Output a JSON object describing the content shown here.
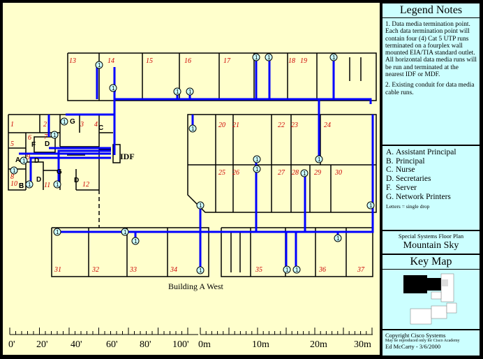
{
  "plan": {
    "building_label": "Building A West",
    "idf_label": "IDF",
    "room_numbers": [
      "1",
      "2",
      "3",
      "4",
      "5",
      "6",
      "7",
      "8",
      "9",
      "10",
      "11",
      "12",
      "13",
      "14",
      "15",
      "16",
      "17",
      "18",
      "19",
      "20",
      "21",
      "22",
      "23",
      "24",
      "25",
      "26",
      "27",
      "28",
      "29",
      "30",
      "31",
      "32",
      "33",
      "34",
      "35",
      "36",
      "37"
    ],
    "room_letters": [
      "A",
      "B",
      "C",
      "D",
      "D",
      "D",
      "D",
      "E",
      "F",
      "G",
      "G"
    ],
    "scale_feet": [
      "0'",
      "20'",
      "40'",
      "60'",
      "80'",
      "100'"
    ],
    "scale_meters": [
      "0m",
      "10m",
      "20m",
      "30m"
    ],
    "drop_mark": "1",
    "colors": {
      "background": "#ffffcc",
      "cable": "#0000ff",
      "walls": "#000000",
      "room_numbers": "#cc0000",
      "drop_fill": "#ccffff"
    }
  },
  "legend_notes": {
    "title": "Legend Notes",
    "note1": "1. Data media termination point. Each data termination point will contain four (4) Cat 5 UTP runs terminated on a fourplex wall mounted EIA/TIA standard outlet. All horizontal data media runs will be run and terminated at the nearest IDF or MDF.",
    "note2": "2. Existing conduit for data media cable runs."
  },
  "legend_letters": {
    "items": [
      {
        "key": "A.",
        "label": "Assistant Principal"
      },
      {
        "key": "B.",
        "label": "Principal"
      },
      {
        "key": "C.",
        "label": "Nurse"
      },
      {
        "key": "D.",
        "label": "Secretaries"
      },
      {
        "key": "F.",
        "label": "Server"
      },
      {
        "key": "G.",
        "label": "Network Printers"
      }
    ],
    "note": "Letters = single drop"
  },
  "plan_title": {
    "line1": "Special Systems Floor Plan",
    "line2": "Mountain Sky"
  },
  "key_map": {
    "title": "Key Map"
  },
  "copyright": {
    "line1": "Copyright Cisco Systems",
    "line2": "May be reproduced only for Cisco Academy",
    "line3": "Ed McCarty - 3/6/2000"
  }
}
